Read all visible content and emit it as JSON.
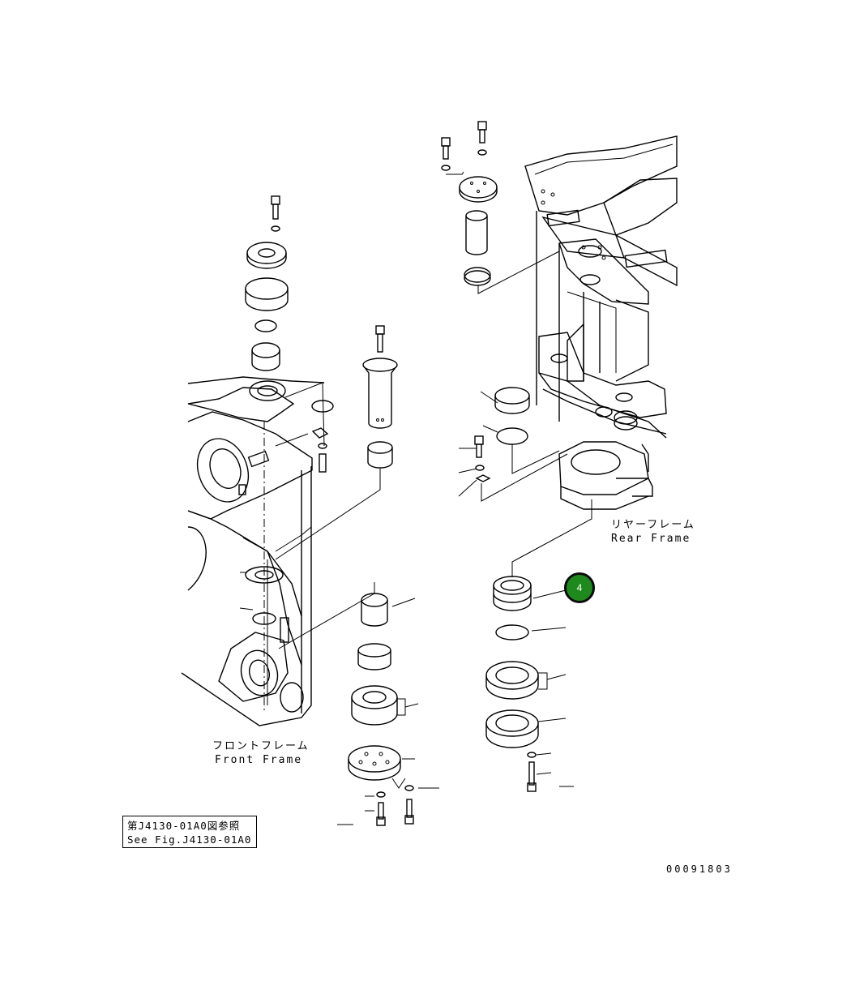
{
  "labels": {
    "rear_frame_jp": "リヤーフレーム",
    "rear_frame_en": "Rear Frame",
    "front_frame_jp": "フロントフレーム",
    "front_frame_en": "Front Frame",
    "ref_jp": "第J4130-01A0図参照",
    "ref_en": "See Fig.J4130-01A0",
    "drawing_number": "00091803"
  },
  "callouts": [
    {
      "number": "4",
      "color": "#1e8a1e"
    }
  ]
}
